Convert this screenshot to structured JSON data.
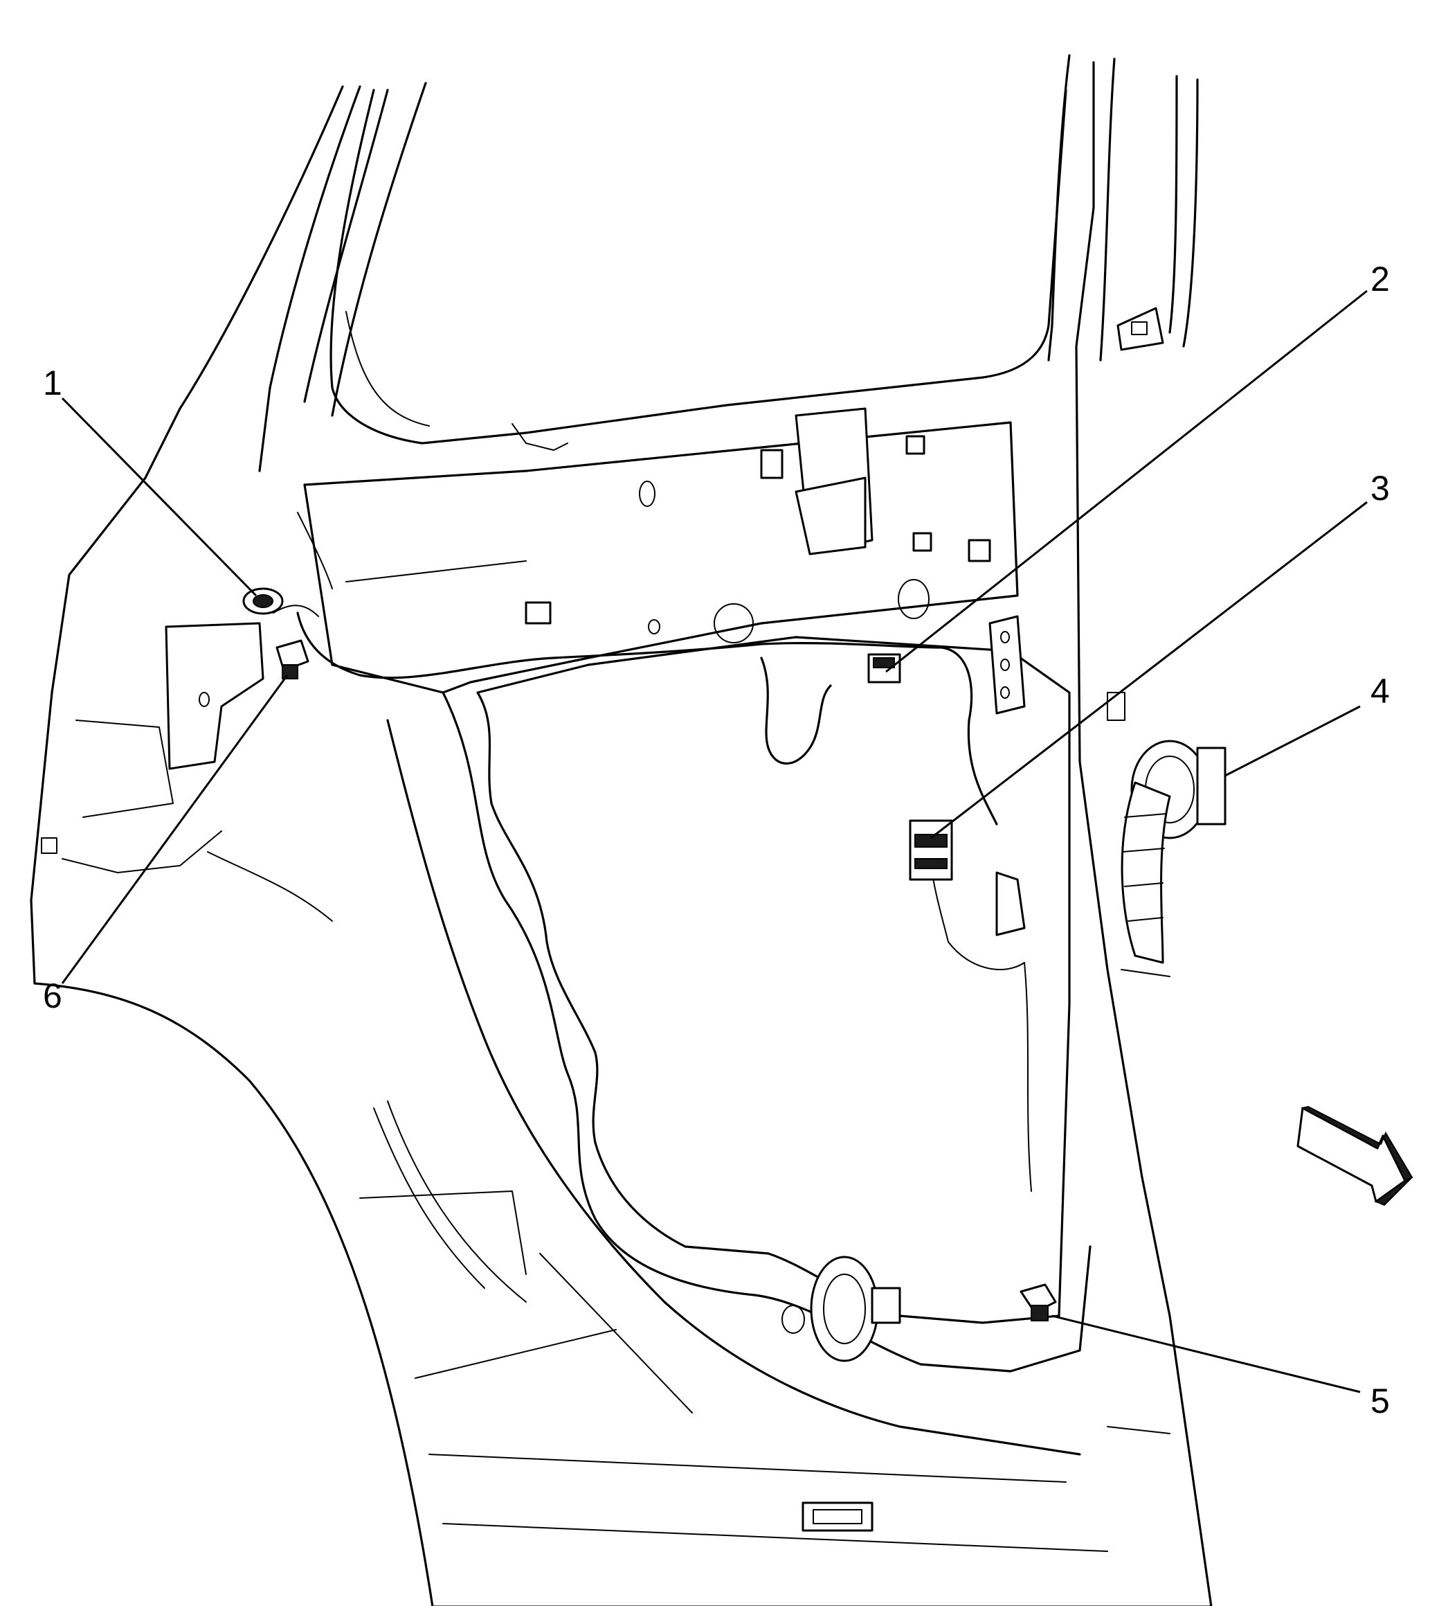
{
  "callouts": [
    {
      "id": "1",
      "label": "1"
    },
    {
      "id": "2",
      "label": "2"
    },
    {
      "id": "3",
      "label": "3"
    },
    {
      "id": "4",
      "label": "4"
    },
    {
      "id": "5",
      "label": "5"
    },
    {
      "id": "6",
      "label": "6"
    }
  ],
  "icons": {
    "front_arrow": "direction-arrow-icon"
  },
  "colors": {
    "line": "#000000",
    "background": "#ffffff"
  }
}
